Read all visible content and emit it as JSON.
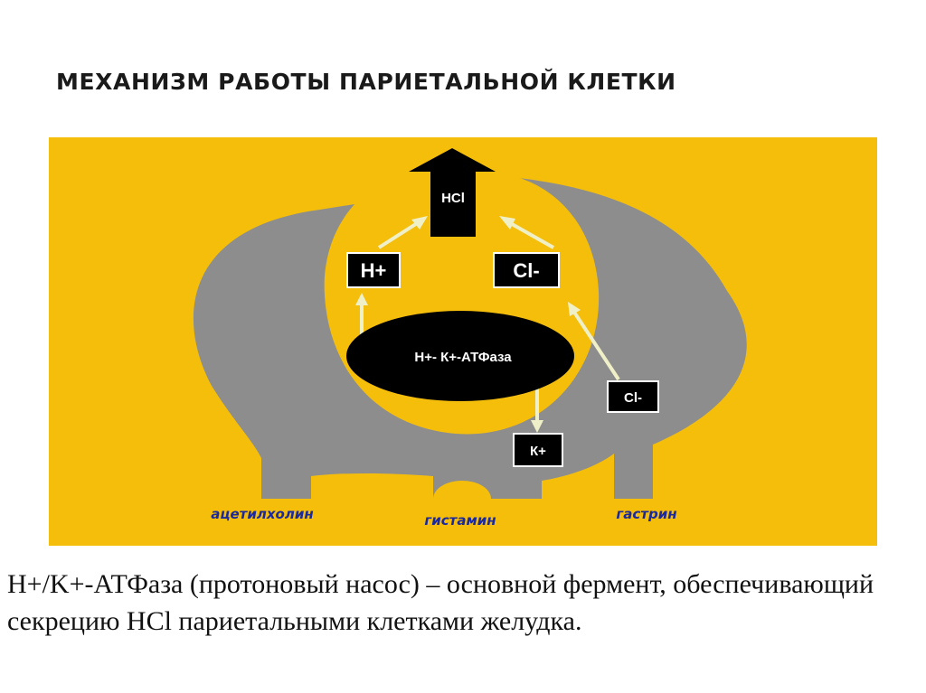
{
  "title": "МЕХАНИЗМ РАБОТЫ ПАРИЕТАЛЬНОЙ КЛЕТКИ",
  "diagram": {
    "hcl": "HCl",
    "h_ion": "H+",
    "cl_ion": "Cl-",
    "atpase": "H+- К+-АТФаза",
    "cl_input": "Cl-",
    "k_output": "К+",
    "receptors": [
      "ацетилхолин",
      "гистамин",
      "гастрин"
    ],
    "colors": {
      "background": "#f5be0b",
      "cell": "#8d8d8d",
      "enzyme": "#000000",
      "arrow": "#f0f0c8",
      "receptor_text": "#1a2a9e"
    }
  },
  "caption": "H+/K+-АТФаза (протоновый насос) – основной фермент, обеспечивающий секрецию HCl париетальными клетками желудка."
}
